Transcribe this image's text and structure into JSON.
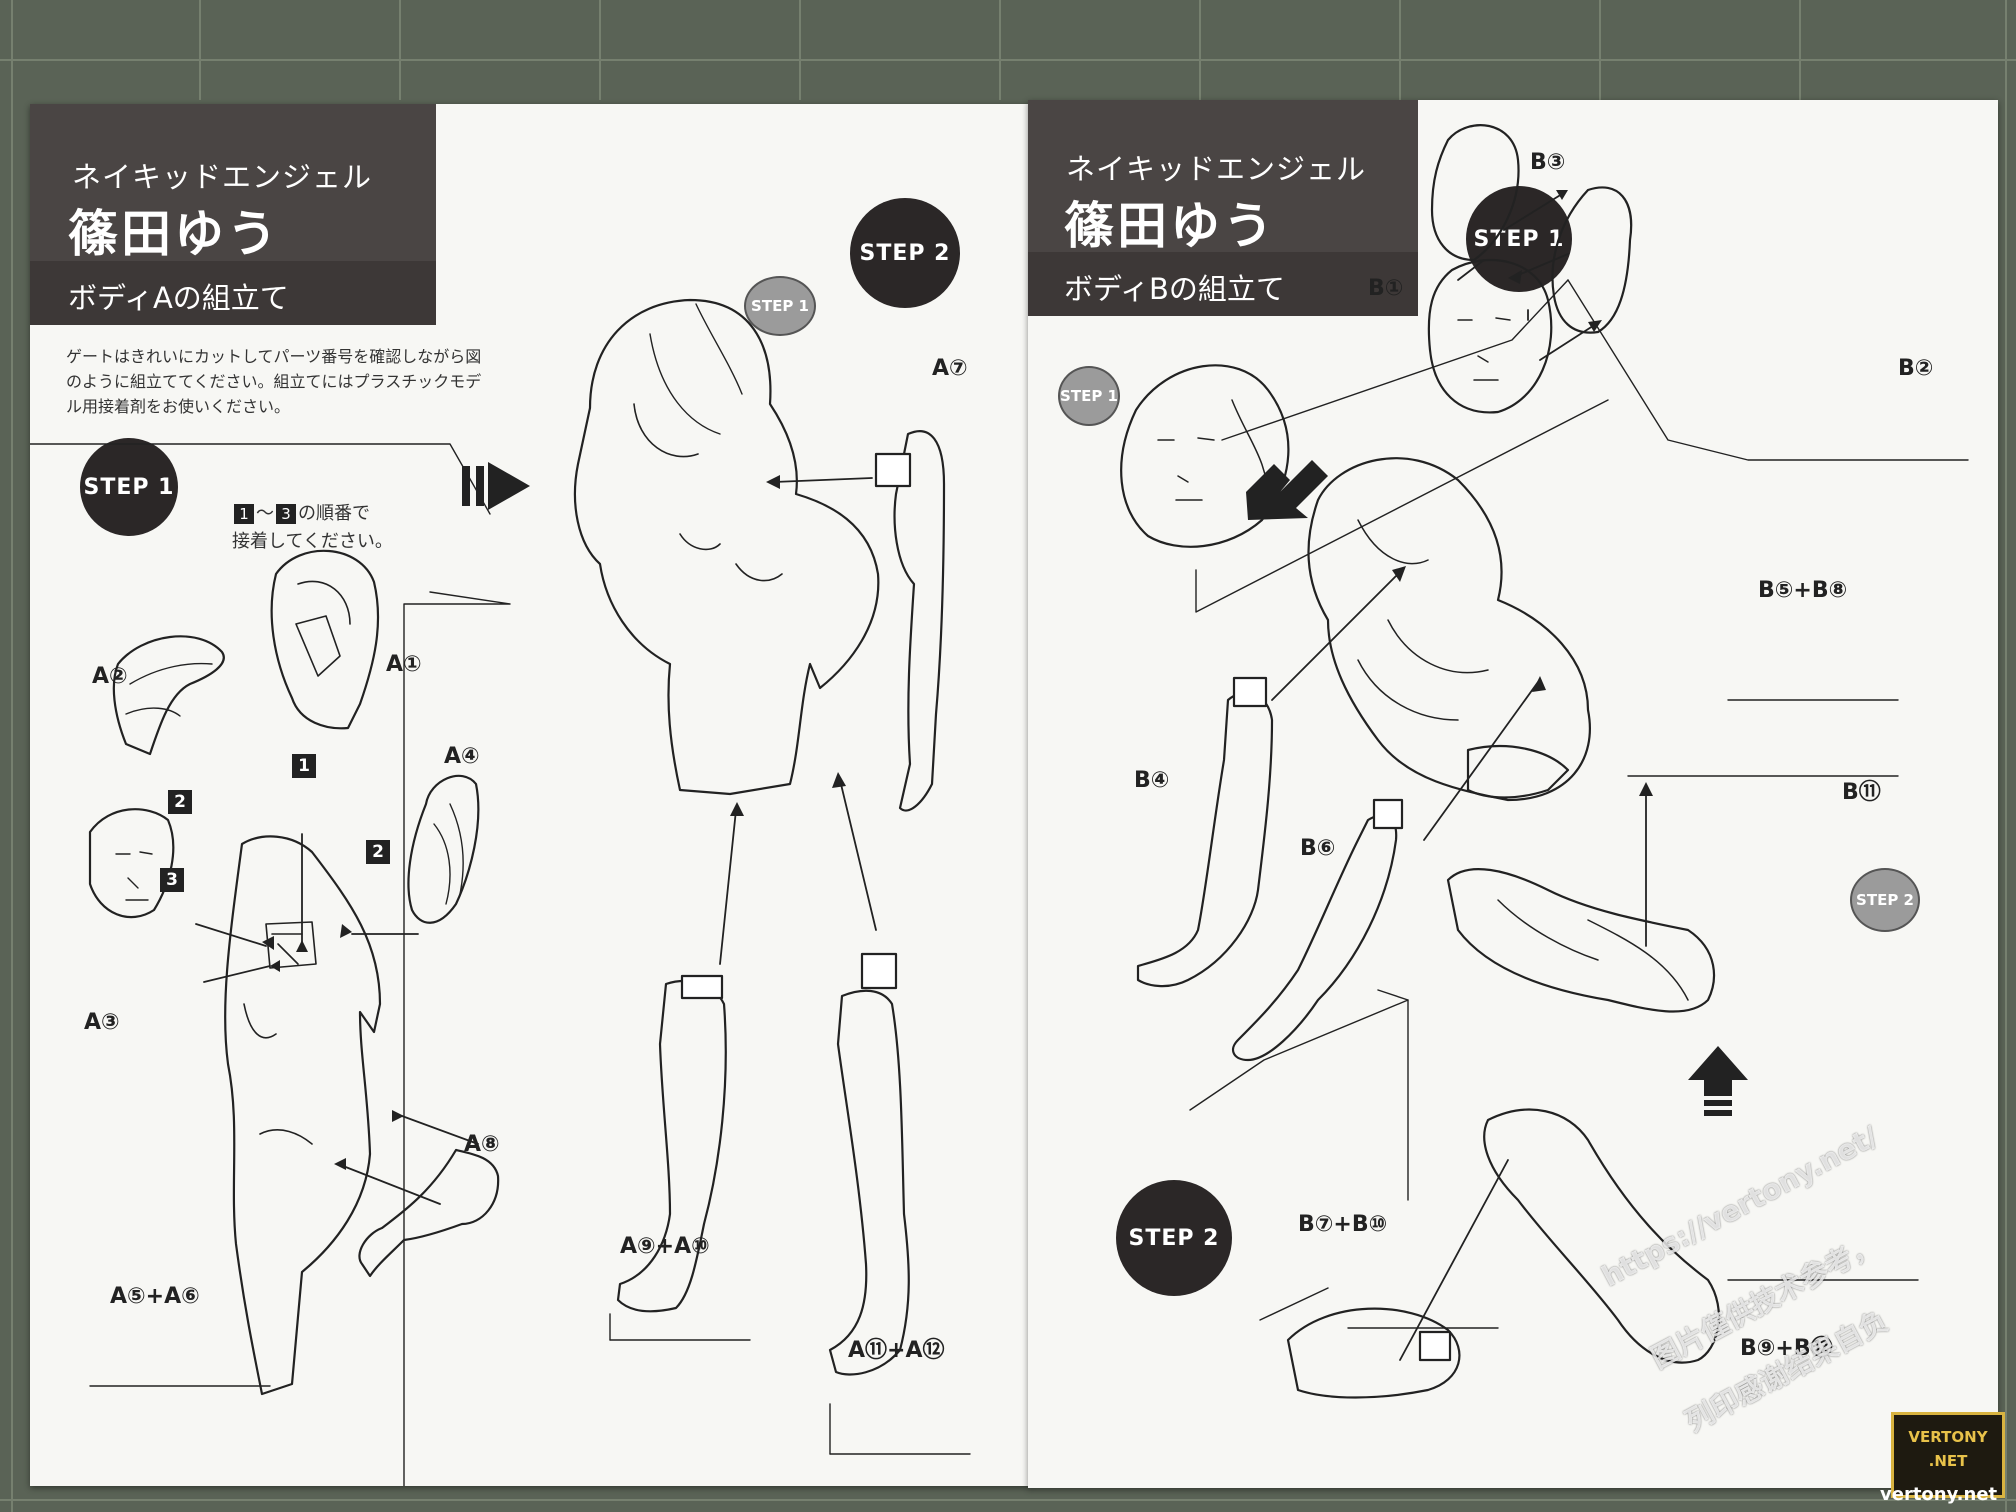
{
  "left_page": {
    "header": {
      "kana": "ネイキッドエンジェル",
      "name": "篠田ゆう",
      "part": "ボディAの組立て"
    },
    "instructions": "ゲートはきれいにカットしてパーツ番号を確認しながら図のように組立ててください。組立てにはプラスチックモデル用接着剤をお使いください。",
    "step1_badge": "STEP 1",
    "step1_order_suffix": "の順番で",
    "step1_order_line2": "接着してください。",
    "order_from": "1",
    "order_tilde": "〜",
    "order_to": "3",
    "step2_badge": "STEP 2",
    "step1_bubble": "STEP 1",
    "labels": {
      "a1": "A①",
      "a2": "A②",
      "a3": "A③",
      "a4": "A④",
      "a5a6": "A⑤+A⑥",
      "a7": "A⑦",
      "a8": "A⑧",
      "a9a10": "A⑨+A⑩",
      "a11a12": "A⑪+A⑫"
    },
    "order_marks": {
      "n1": "1",
      "n2a": "2",
      "n2b": "2",
      "n3": "3"
    }
  },
  "right_page": {
    "header": {
      "kana": "ネイキッドエンジェル",
      "name": "篠田ゆう",
      "part": "ボディBの組立て"
    },
    "step1_badge": "STEP 1",
    "step2_badge": "STEP 2",
    "step1_bubble": "STEP 1",
    "step2_bubble": "STEP 2",
    "labels": {
      "b1": "B①",
      "b2": "B②",
      "b3": "B③",
      "b4": "B④",
      "b5b8": "B⑤+B⑧",
      "b6": "B⑥",
      "b7b10": "B⑦+B⑩",
      "b9b12": "B⑨+B⑫",
      "b11": "B⑪"
    }
  },
  "watermark": {
    "url": "https://vertony.net/",
    "line2": "图片僅供技术参考，",
    "line3": "列印感谢结果自负",
    "logo_top": "VERTONY",
    "logo_bottom": ".NET",
    "site": "vertony.net"
  }
}
